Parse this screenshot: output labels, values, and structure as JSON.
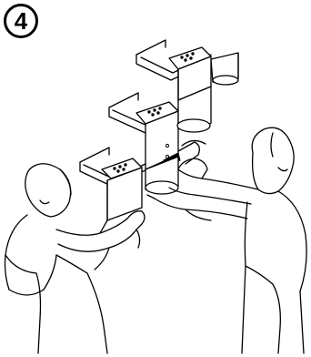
{
  "step": {
    "number": "4"
  },
  "illustration": {
    "people_count": 2,
    "brackets_count": 3,
    "icon": "ceiling-bracket-installation-diagram"
  }
}
